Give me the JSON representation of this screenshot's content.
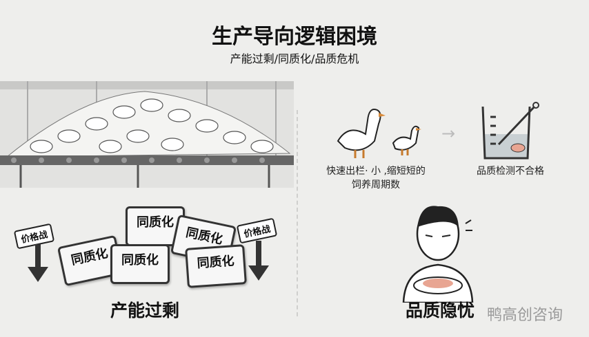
{
  "header": {
    "title": "生产导向逻辑困境",
    "subtitle": "产能过剩/同质化/品质危机"
  },
  "left": {
    "price_war_label": "价格战",
    "card_label": "同质化",
    "section_title": "产能过剩"
  },
  "right": {
    "caption_ducks_line1": "快速出栏· 小 ,缩短短的",
    "caption_ducks_line2": "饲养周期数",
    "caption_test": "品质检测不合格",
    "section_title": "品质隐忧"
  },
  "watermark": "鸭高创咨询"
}
